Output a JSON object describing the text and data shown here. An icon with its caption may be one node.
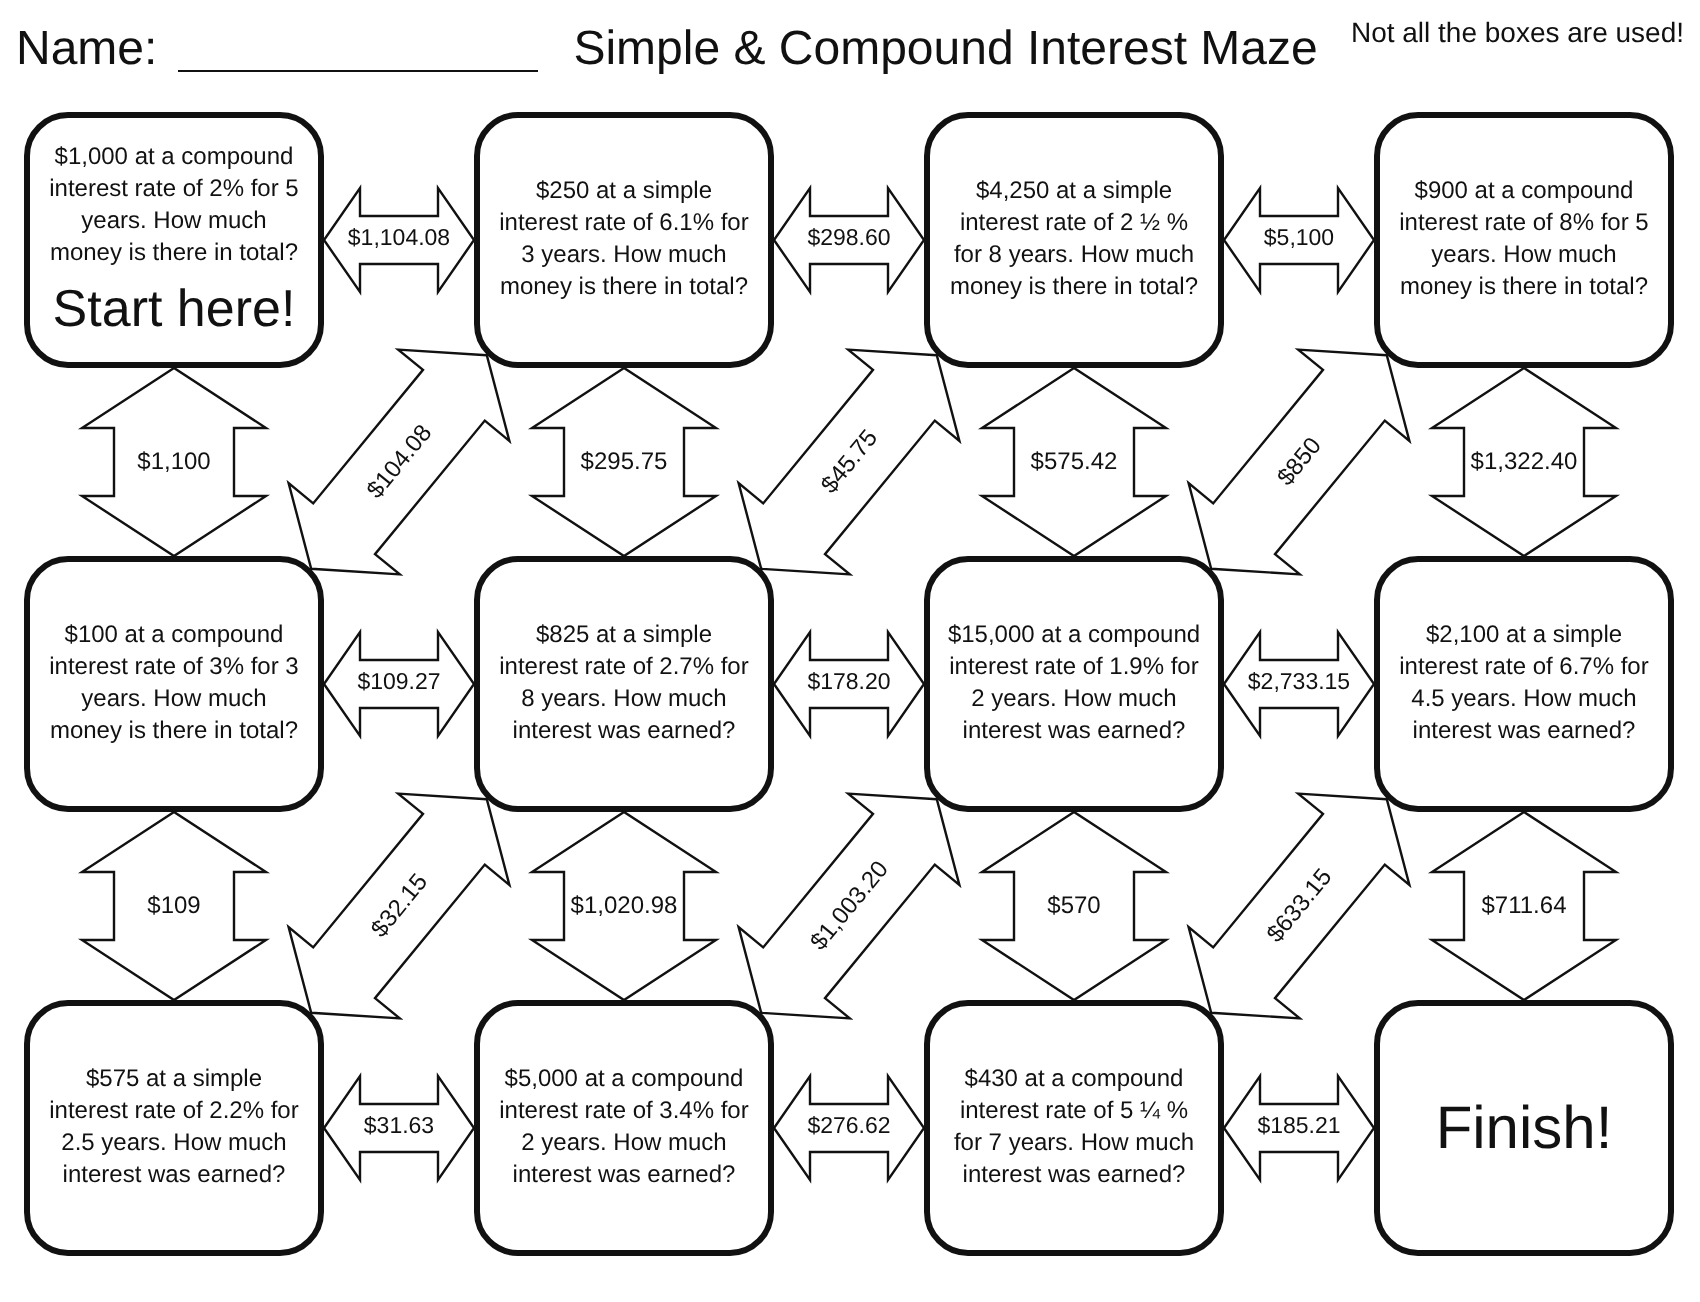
{
  "diagram": {
    "title": "Simple & Compound Interest Maze",
    "nodes": [
      {
        "text": [
          "$1,000 at a compound interest rate of 2% for 5 years. How much money is there in total?",
          "Start here!"
        ]
      },
      {
        "text": [
          "$250 at a simple interest rate of 6.1% for 3 years. How much money is there in total?"
        ]
      },
      {
        "text": [
          "$4,250 at a simple interest rate of 2 ½ % for 8 years. How much money is there in total?"
        ]
      },
      {
        "text": [
          "$900 at a compound interest rate of 8% for 5 years. How much money is there in total?"
        ]
      },
      {
        "text": [
          "$100 at a compound interest rate of 3% for 3 years. How much money is there in total?"
        ]
      },
      {
        "text": [
          "$825 at a simple interest rate of 2.7% for 8 years. How much interest was earned?"
        ]
      },
      {
        "text": [
          "$15,000 at a compound interest rate of 1.9% for 2 years. How much interest was earned?"
        ]
      },
      {
        "text": [
          "$2,100 at a simple interest rate of 6.7% for 4.5 years. How much interest was earned?"
        ]
      },
      {
        "text": [
          "$575 at a simple interest rate of 2.2% for 2.5 years. How much interest was earned?"
        ]
      },
      {
        "text": [
          "$5,000 at a compound interest rate of 3.4% for 2 years. How much interest was earned?"
        ]
      },
      {
        "text": [
          "$430 at a compound interest rate of 5 ¼ % for 7 years. How much interest was earned?"
        ]
      },
      {
        "text": [
          "Finish!"
        ]
      }
    ],
    "edges": [
      {
        "from": 0,
        "to": 1,
        "arrow": "both",
        "label": "$1,104.08"
      },
      {
        "from": 1,
        "to": 2,
        "arrow": "both",
        "label": "$298.60"
      },
      {
        "from": 2,
        "to": 3,
        "arrow": "both",
        "label": "$5,100"
      },
      {
        "from": 0,
        "to": 4,
        "arrow": "both",
        "label": "$1,100"
      },
      {
        "from": 1,
        "to": 4,
        "arrow": "both",
        "label": "$104.08"
      },
      {
        "from": 1,
        "to": 5,
        "arrow": "both",
        "label": "$295.75"
      },
      {
        "from": 2,
        "to": 5,
        "arrow": "both",
        "label": "$45.75"
      },
      {
        "from": 2,
        "to": 6,
        "arrow": "both",
        "label": "$575.42"
      },
      {
        "from": 3,
        "to": 6,
        "arrow": "both",
        "label": "$850"
      },
      {
        "from": 3,
        "to": 7,
        "arrow": "both",
        "label": "$1,322.40"
      },
      {
        "from": 4,
        "to": 5,
        "arrow": "both",
        "label": "$109.27"
      },
      {
        "from": 5,
        "to": 6,
        "arrow": "both",
        "label": "$178.20"
      },
      {
        "from": 6,
        "to": 7,
        "arrow": "both",
        "label": "$2,733.15"
      },
      {
        "from": 4,
        "to": 8,
        "arrow": "both",
        "label": "$109"
      },
      {
        "from": 5,
        "to": 8,
        "arrow": "both",
        "label": "$32.15"
      },
      {
        "from": 5,
        "to": 9,
        "arrow": "both",
        "label": "$1,020.98"
      },
      {
        "from": 6,
        "to": 9,
        "arrow": "both",
        "label": "$1,003.20"
      },
      {
        "from": 6,
        "to": 10,
        "arrow": "both",
        "label": "$570"
      },
      {
        "from": 7,
        "to": 10,
        "arrow": "both",
        "label": "$633.15"
      },
      {
        "from": 7,
        "to": 11,
        "arrow": "both",
        "label": "$711.64"
      },
      {
        "from": 8,
        "to": 9,
        "arrow": "both",
        "label": "$31.63"
      },
      {
        "from": 9,
        "to": 10,
        "arrow": "both",
        "label": "$276.62"
      },
      {
        "from": 10,
        "to": 11,
        "arrow": "both",
        "label": "$185.21"
      }
    ],
    "labels": [
      "Name:",
      "Not all the boxes are used!"
    ]
  }
}
